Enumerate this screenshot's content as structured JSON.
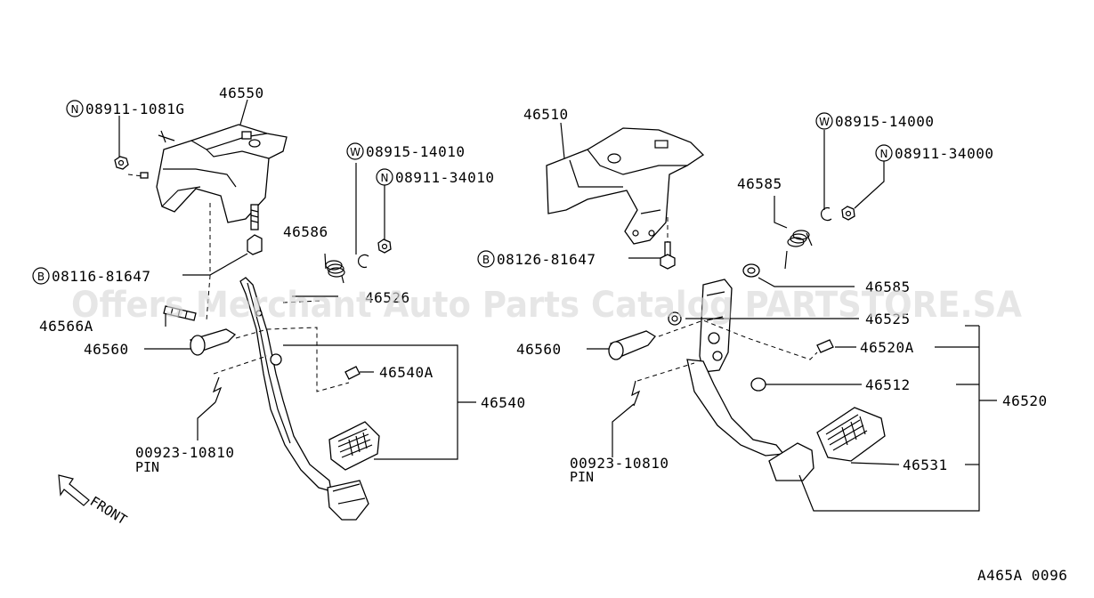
{
  "diagram": {
    "labels": {
      "n_08911_1081g": "08911-1081G",
      "p_46550": "46550",
      "w_08915_14010": "08915-14010",
      "n_08911_34010": "08911-34010",
      "p_46586": "46586",
      "b_08116_81647": "08116-81647",
      "p_46526": "46526",
      "p_46566a": "46566A",
      "p_46560_left": "46560",
      "p_46540a": "46540A",
      "p_46540": "46540",
      "pin_code_left": "00923-10810",
      "pin_left": "PIN",
      "front": "FRONT",
      "p_46510": "46510",
      "w_08915_14000": "08915-14000",
      "n_08911_34000": "08911-34000",
      "p_46585": "46585",
      "b_08126_81647": "08126-81647",
      "p_46585b": "46585",
      "p_46525": "46525",
      "p_46560_right": "46560",
      "p_46520a": "46520A",
      "p_46512": "46512",
      "p_46520": "46520",
      "p_46531": "46531",
      "pin_code_right": "00923-10810",
      "pin_right": "PIN",
      "figure_code": "A465A 0096"
    },
    "prefixes": {
      "n": "N",
      "w": "W",
      "b": "B"
    },
    "watermark": "Offers Merchant Auto Parts Catalog PARTSTORE.SA"
  }
}
